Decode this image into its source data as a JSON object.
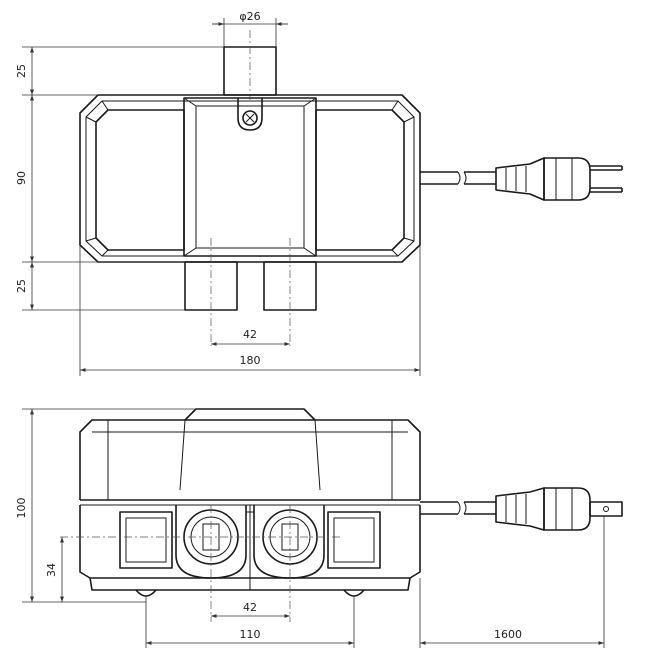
{
  "dimensions": {
    "top_view": {
      "pipe_diameter": "φ26",
      "pipe_height": "25",
      "body_depth": "90",
      "outlet_length": "25",
      "outlet_pitch": "42",
      "overall_width": "180"
    },
    "front_view": {
      "overall_height": "100",
      "outlet_height": "34",
      "outlet_pitch": "42",
      "foot_pitch": "110",
      "cord_length": "1600"
    }
  },
  "colors": {
    "line": "#1a1a1a",
    "dimension": "#333333",
    "background": "#ffffff"
  }
}
